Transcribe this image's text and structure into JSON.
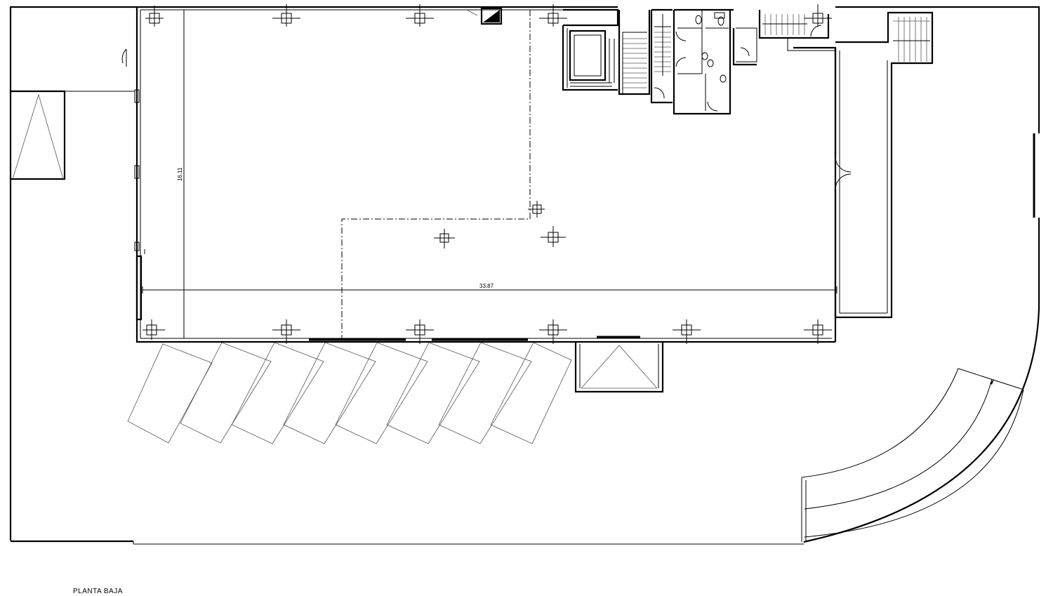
{
  "drawing": {
    "title": "PLANTA BAJA",
    "dimension_width": "33.87",
    "dimension_depth": "16.11"
  },
  "colors": {
    "line": "#000000",
    "background": "#ffffff"
  }
}
